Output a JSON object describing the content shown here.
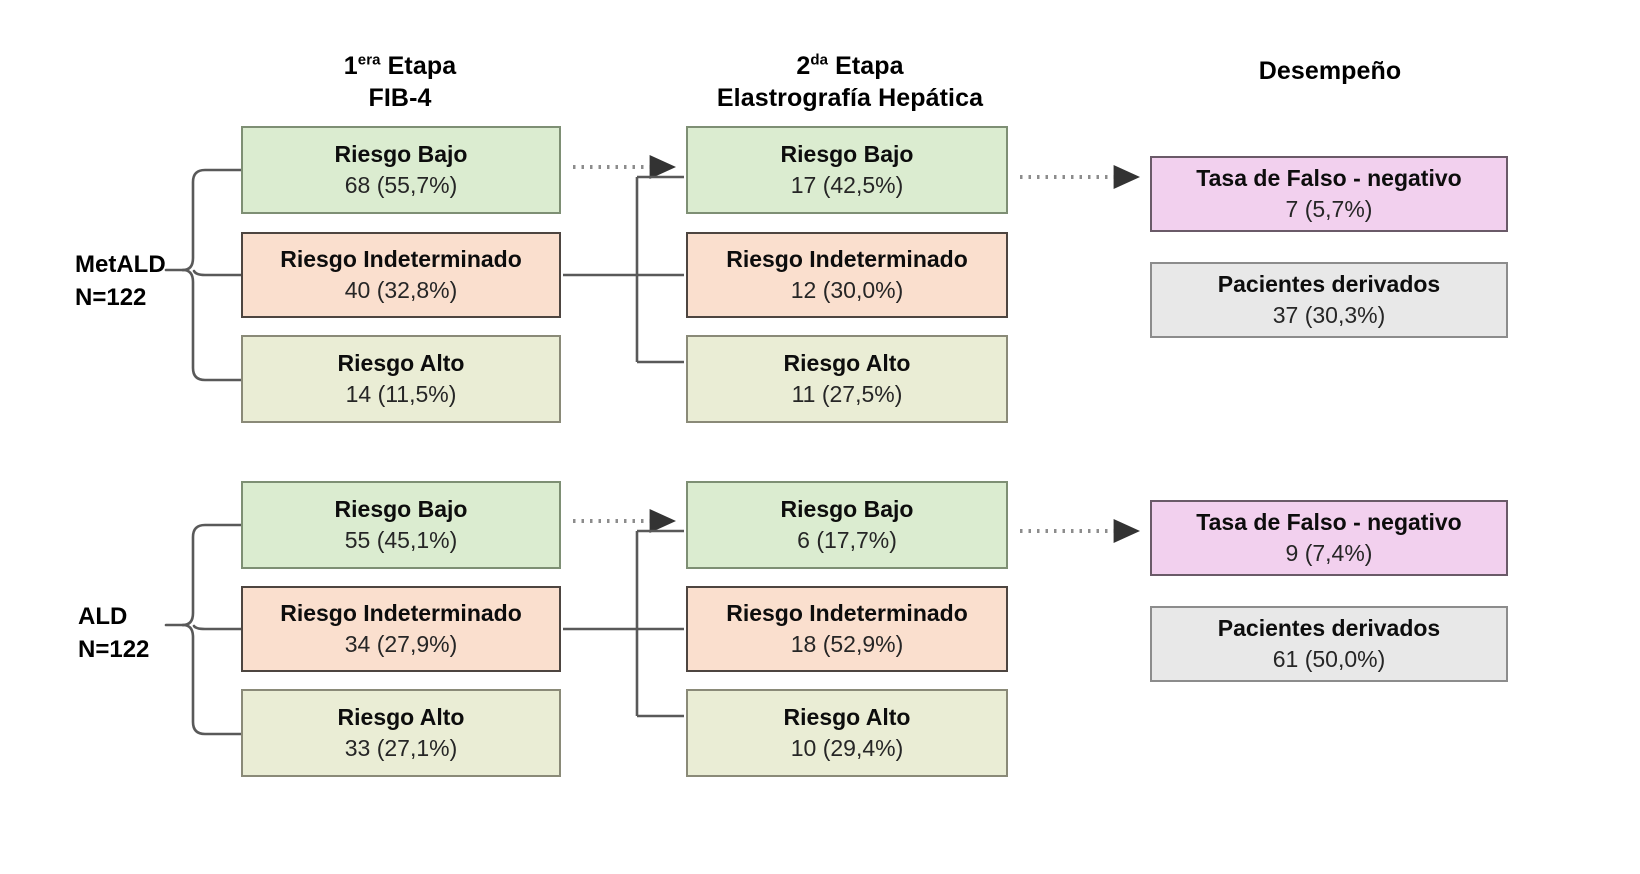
{
  "headers": {
    "stage1": {
      "line1_num": "1",
      "line1_sup": "era",
      "line1_rest": " Etapa",
      "line2": "FIB-4"
    },
    "stage2": {
      "line1_num": "2",
      "line1_sup": "da",
      "line1_rest": " Etapa",
      "line2": "Elastrografía Hepática"
    },
    "performance": {
      "line1": "Desempeño"
    }
  },
  "groups": [
    {
      "id": "metald",
      "label_line1": "MetALD",
      "label_line2": "N=122",
      "stage1": [
        {
          "title": "Riesgo Bajo",
          "value": "68 (55,7%)",
          "color": "#dbecd0"
        },
        {
          "title": "Riesgo Indeterminado",
          "value": "40 (32,8%)",
          "color": "#fadfce"
        },
        {
          "title": "Riesgo Alto",
          "value": "14 (11,5%)",
          "color": "#eaedd5"
        }
      ],
      "stage2": [
        {
          "title": "Riesgo Bajo",
          "value": "17 (42,5%)",
          "color": "#dbecd0"
        },
        {
          "title": "Riesgo Indeterminado",
          "value": "12 (30,0%)",
          "color": "#fadfce"
        },
        {
          "title": "Riesgo Alto",
          "value": "11 (27,5%)",
          "color": "#eaedd5"
        }
      ],
      "performance": [
        {
          "title": "Tasa de Falso -  negativo",
          "value": "7 (5,7%)",
          "color": "#f2d0ee"
        },
        {
          "title": "Pacientes derivados",
          "value": "37 (30,3%)",
          "color": "#e8e8e8"
        }
      ]
    },
    {
      "id": "ald",
      "label_line1": "ALD",
      "label_line2": "N=122",
      "stage1": [
        {
          "title": "Riesgo Bajo",
          "value": "55 (45,1%)",
          "color": "#dbecd0"
        },
        {
          "title": "Riesgo Indeterminado",
          "value": "34 (27,9%)",
          "color": "#fadfce"
        },
        {
          "title": "Riesgo Alto",
          "value": "33 (27,1%)",
          "color": "#eaedd5"
        }
      ],
      "stage2": [
        {
          "title": "Riesgo Bajo",
          "value": "6 (17,7%)",
          "color": "#dbecd0"
        },
        {
          "title": "Riesgo Indeterminado",
          "value": "18 (52,9%)",
          "color": "#fadfce"
        },
        {
          "title": "Riesgo Alto",
          "value": "10 (29,4%)",
          "color": "#eaedd5"
        }
      ],
      "performance": [
        {
          "title": "Tasa de Falso -  negativo",
          "value": "9 (7,4%)",
          "color": "#f2d0ee"
        },
        {
          "title": "Pacientes derivados",
          "value": "61 (50,0%)",
          "color": "#e8e8e8"
        }
      ]
    }
  ],
  "connectors": {
    "dotted_color": "#808080",
    "solid_color": "#595959",
    "brace_color": "#595959"
  }
}
